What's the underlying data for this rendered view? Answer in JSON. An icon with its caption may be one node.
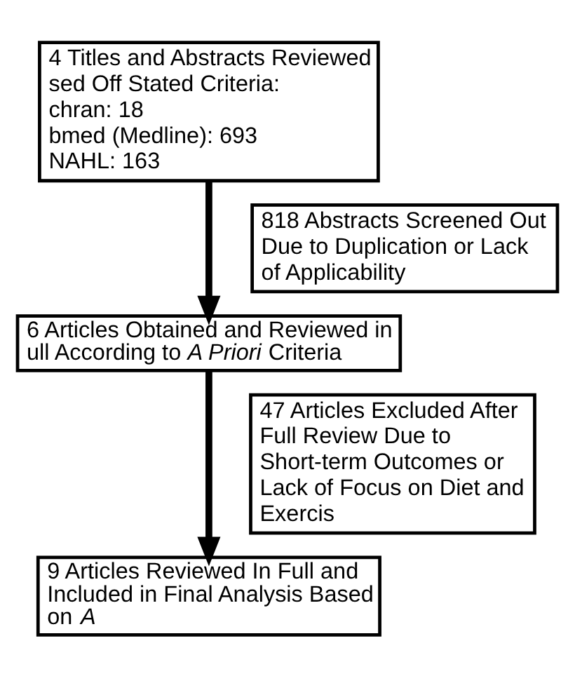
{
  "diagram": {
    "nodes": [
      {
        "text": [
          "4 Titles and Abstracts Reviewed sed Off Stated Criteria:",
          "chran: 18",
          "bmed (Medline): 693",
          "NAHL: 163"
        ]
      },
      {
        "text": [
          "818 Abstracts Screened Out Due to Duplication or Lack of Applicability"
        ]
      },
      {
        "text": [
          "6 Articles Obtained and Reviewed in ull According to *A Priori* Criteria"
        ]
      },
      {
        "text": [
          "47 Articles Excluded After Full Review Due to Short-term Outcomes or Lack of Focus on Diet and Exercis"
        ]
      },
      {
        "text": [
          "9 Articles Reviewed In Full and Included in Final Analysis Based on *A*"
        ]
      }
    ],
    "edges": [
      {
        "from": 0,
        "to": 2,
        "arrow": "to"
      },
      {
        "from": 2,
        "to": 4,
        "arrow": "to"
      }
    ]
  }
}
